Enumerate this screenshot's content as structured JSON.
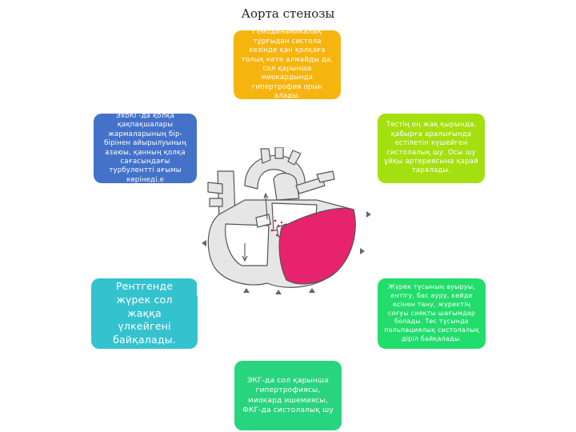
{
  "title": "Аорта стенозы",
  "boxes": {
    "top": "Гемодинамикалық тұрғыдан систола кезінде қан қолқаға толық кете алмайды да, сол қарынша миокардында гипертрофия орын алады.",
    "top_left": "ЭхоКГ-да қолқа қақпақшалары жармаларының бір-бірінен айырылуының азаюы, қанның қолқа сағасындағы турбулентті ағымы көрінеді.е",
    "top_right": "Төстің оң жақ қырында, қабырға аралығында естілетін күшейген систолалық шу. Осы шу ұйқы артериясына қарай таралады.",
    "bottom_left": "Рентгенде жүрек сол жаққа үлкейгені байқалады.",
    "bottom_right": "Жүрек тұсының ауыруы, ентігу, бас ауру, кейде есінен тану, жүректің соғуы сияқты шағымдар болады. Төс тұсында пальпациялық систолалық діріл байқалады.",
    "bottom": "ЭКГ-да сол қарынша гипертрофиясы, миокард ишемиясы, ФКГ-да систолалық шу"
  },
  "colors": {
    "top": "#f6b40f",
    "top_left": "#4472c9",
    "top_right": "#a4df10",
    "bottom_left": "#35c2cf",
    "bottom_right": "#22dc6c",
    "bottom": "#29d47e",
    "heart_outline": "#555555",
    "heart_fill": "#e6e6e6",
    "left_ventricle": "#e8236e"
  },
  "heart_icon": "heart-cross-section-icon"
}
